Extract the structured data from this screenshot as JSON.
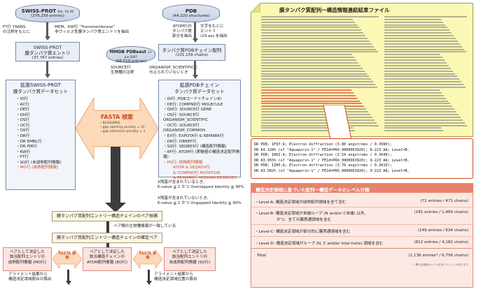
{
  "left": {
    "swissprot": {
      "title": "SWISS-PROT",
      "rel": "Rel. 54.00",
      "count": "(276,256 entries)"
    },
    "pdb": {
      "title": "PDB",
      "count": "(44,320 structures)"
    },
    "ft_note": [
      "FT行 TRANS",
      "の注釈をもとに"
    ],
    "kw_note": [
      "MEM、KW行 “Transmembrane”",
      "非ヴィルス性膜タンパク質エントリを抽出"
    ],
    "atom_note": [
      "ATOM行の",
      "タンパク質",
      "部分を抽出"
    ],
    "entry_note": [
      "文字をもとに",
      "エントリ",
      "(29 aa) を抽出"
    ],
    "sp_membrane": {
      "title": "SWISS-PROT",
      "sub": "膜タンパク質エントリ",
      "count": "(37,767 entries)"
    },
    "pdb_membrane": {
      "title": "タンパク質PDBチェイン配列",
      "count": "(101,159 chains)"
    },
    "mmdb": {
      "title": "MMDB PDBeast",
      "date": "13-Jun-2007",
      "count": "(98,019 entries)"
    },
    "source_note": [
      "SOURCE行",
      "生物種の注釈"
    ],
    "organism_note": [
      "ORGANISM_SCIENTIFICに",
      "与えられていないとき"
    ],
    "ext_sp": {
      "title": "拡張SWISS-PROT",
      "sub": "膜タンパク質データセット",
      "items": [
        "・ID行",
        "・AC行",
        "・DE行",
        "・GN行",
        "・OS行",
        "・OC行",
        "・OX行",
        "・DR行",
        "・DR EMBL行",
        "・DR PIR行",
        "・KW行",
        "・FT行",
        "・SQ行 (未成熟配列情報)"
      ],
      "mo_item": "・MO行 (成熟配列情報)"
    },
    "ext_pdb": {
      "title": "拡張PDBチェイン",
      "sub": "タンパク質データセット",
      "items": [
        "・ID行: PDBコード＋チェインID",
        "・DE行: COMPND行 MOLECULE",
        "・GN行: SOURCE行 GENE",
        "・OS行: SOURCE行 ORGANISM_SCIENTIFIC",
        "・OC行: SOURCE行 ORGANISM_COMMON",
        "・EX行: EXPDTA行 & REMARK行",
        "・DR行: DBREF行",
        "・SQ行: SEQRES行 (構造配列情報)",
        "・RF行: ATOM行 (実験値の構造決定配列情報)"
      ],
      "pq_item": "・PQ行: 修飾配列情報",
      "pq_sub": [
        "ATOM & SEQADV行",
        "& COMPND行 MUTATION",
        "& REMARK行 MISSING RESIDUES"
      ]
    },
    "fasta_left": {
      "label": "FASTA 検索",
      "opts": [
        "・BLOSUM62",
        "・gap opening penalty = 11",
        "・gap extension penalty = 1"
      ]
    },
    "cond1": [
      "X残基が含まれているとき、",
      "E-value ≦ 1 かつ Overlapped Identity ≧ 90%"
    ],
    "cond2": [
      "X残基が含まれていないとき、",
      "E-value ≦ 1 かつ Ungapped Identity ≧ 90%"
    ],
    "scroll1": "膜タンパク質配列エントリー構造チェインのペア候補",
    "pair_note": "ペア間の生物種情報が一致している",
    "scroll2": "膜タンパク質配列エントリー構造チェインの確定ペア",
    "bottom": [
      {
        "lines": [
          "ペアとして決定した",
          "該当配列エントリの",
          "成熟配列情報 (MO行)"
        ]
      },
      {
        "lines": [
          "ペアとして決定した",
          "該当構造チェインの",
          "ATOM配列情報 (EO行)"
        ]
      },
      {
        "lines": [
          "ペアとして決定した",
          "該当配列エントリの",
          "未成熟配列情報 (SO行)"
        ]
      }
    ],
    "fasta_small": "FASTA 検索",
    "align_notes": [
      [
        "アライメント結果から",
        "構造決定領域割合の算出"
      ],
      [
        "アライメント結果から",
        "構造決定領域位置の算出"
      ]
    ]
  },
  "right": {
    "doc_title": "膜タンパク質配列一構造情報連結結果ファイル",
    "zoom_lines": [
      "DR    PDB; 1FQY:A; Electron diffraction (3.80 angstroms / 0.3990);",
      "DR        84.328% (of \"Aquaporin-1\" / FE1d=PRO_0000063920); 8-223 AA; Level=B.",
      "DR    PDB; 1H6I:A; Electron diffraction (3.54 angstroms / 0.3640);",
      "DR        83.955% (of \"Aquaporin-1\" / FE1d=PRO_0000063920); 9-223 AA; Level=B.",
      "DR    PDB; 1IH5:A; Electron diffraction (3.70 angstroms / 0.3610);",
      "DR        83.582% (of \"Aquaporin-1\" / FE1d=PRO_0000063920); 9-223 AA; Level=B."
    ],
    "table": {
      "header": "構造決定領域に基づいた配列一構造データのレベル分類",
      "rows": [
        {
          "label": "・Level-A: 構造決定領域が成熟配列領域を全て含む",
          "value": "(72 entries /    471 chains)"
        },
        {
          "label": "・Level-B: 構造決定領域が末端ループ (N and/or C末端) 以外、",
          "label2": "かつ、全ての膜貫通領域を含む",
          "value": "(181 entries / 1,469 chains)"
        },
        {
          "label": "・Level-C: 構造決定領域が部分的に膜貫通領域を含む",
          "value": "(149 entries /    634 chains)"
        },
        {
          "label": "・Level-D: 構造決定領域がループ (N, C and/or inter-helix) 領域を含む",
          "value": "(812 entries / 4,182 chains)"
        }
      ],
      "total_label": "Total",
      "total_value": "(1,136 entries* / 6,756 chains)",
      "footnote": "*: 異なる複数のレベルを持つエントリがあります"
    }
  }
}
